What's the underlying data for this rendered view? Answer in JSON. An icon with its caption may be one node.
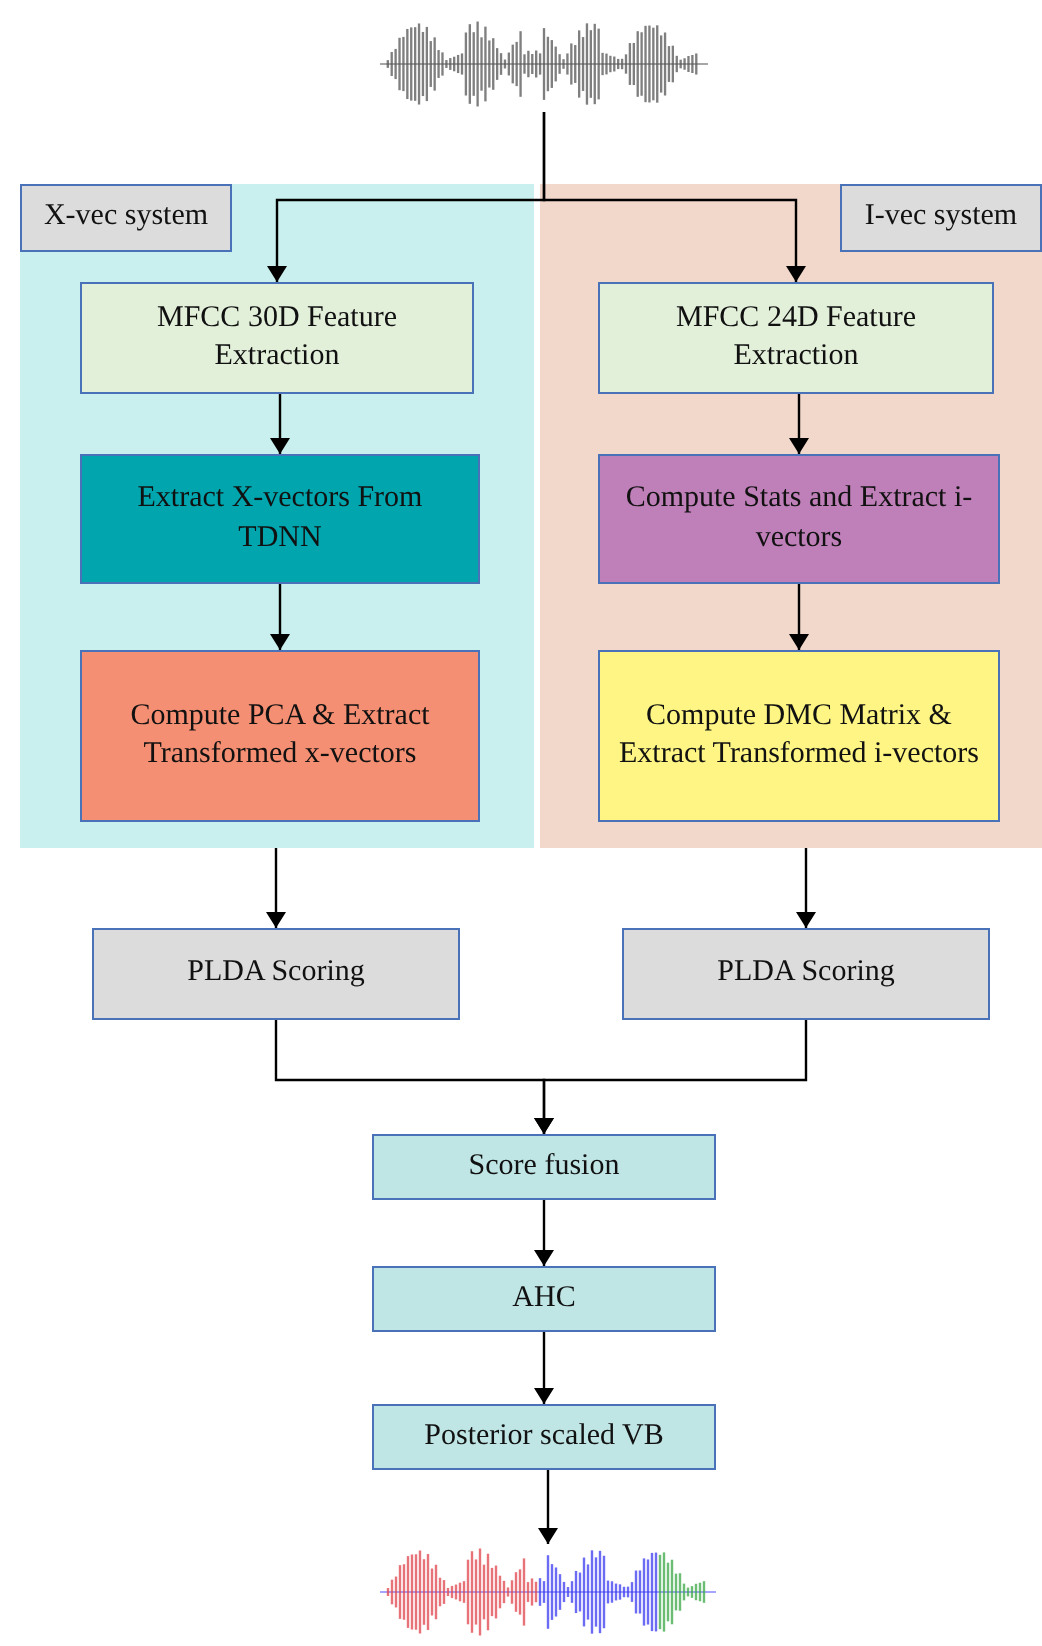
{
  "diagram": {
    "nodes": [
      {
        "text": [],
        "shape": "picture"
      },
      {
        "text": [],
        "shape": "box"
      },
      {
        "text": [
          "X-vec system"
        ],
        "in": 1
      },
      {
        "text": [
          "MFCC 30D Feature Extraction"
        ],
        "in": 1
      },
      {
        "text": [
          "Extract X-vectors From TDNN"
        ],
        "in": 1
      },
      {
        "text": [
          "Compute PCA & Extract Transformed x-vectors"
        ],
        "in": 1
      },
      {
        "text": [],
        "shape": "box"
      },
      {
        "text": [
          "I-vec system"
        ],
        "in": 6
      },
      {
        "text": [
          "MFCC 24D Feature Extraction"
        ],
        "in": 6
      },
      {
        "text": [
          "Compute Stats and Extract i-vectors"
        ],
        "in": 6
      },
      {
        "text": [
          "Compute DMC Matrix & Extract Transformed i-vectors"
        ],
        "in": 6
      },
      {
        "text": [
          "PLDA Scoring"
        ]
      },
      {
        "text": [
          "PLDA Scoring"
        ]
      },
      {
        "text": [
          "Score fusion"
        ]
      },
      {
        "text": [
          "AHC"
        ]
      },
      {
        "text": [
          "Posterior scaled VB"
        ]
      },
      {
        "text": [],
        "shape": "picture"
      }
    ],
    "edges": [
      {
        "from": 0,
        "to": 3,
        "arrow": "to"
      },
      {
        "from": 0,
        "to": 8,
        "arrow": "to"
      },
      {
        "from": 3,
        "to": 4,
        "arrow": "to"
      },
      {
        "from": 4,
        "to": 5,
        "arrow": "to"
      },
      {
        "from": 8,
        "to": 9,
        "arrow": "to"
      },
      {
        "from": 9,
        "to": 10,
        "arrow": "to"
      },
      {
        "from": 1,
        "to": 11,
        "arrow": "to"
      },
      {
        "from": 6,
        "to": 12,
        "arrow": "to"
      },
      {
        "from": 11,
        "to": 13,
        "arrow": "to"
      },
      {
        "from": 12,
        "to": 13,
        "arrow": "to"
      },
      {
        "from": 13,
        "to": 14,
        "arrow": "to"
      },
      {
        "from": 14,
        "to": 15,
        "arrow": "to"
      },
      {
        "from": 15,
        "to": 16,
        "arrow": "to"
      }
    ]
  }
}
